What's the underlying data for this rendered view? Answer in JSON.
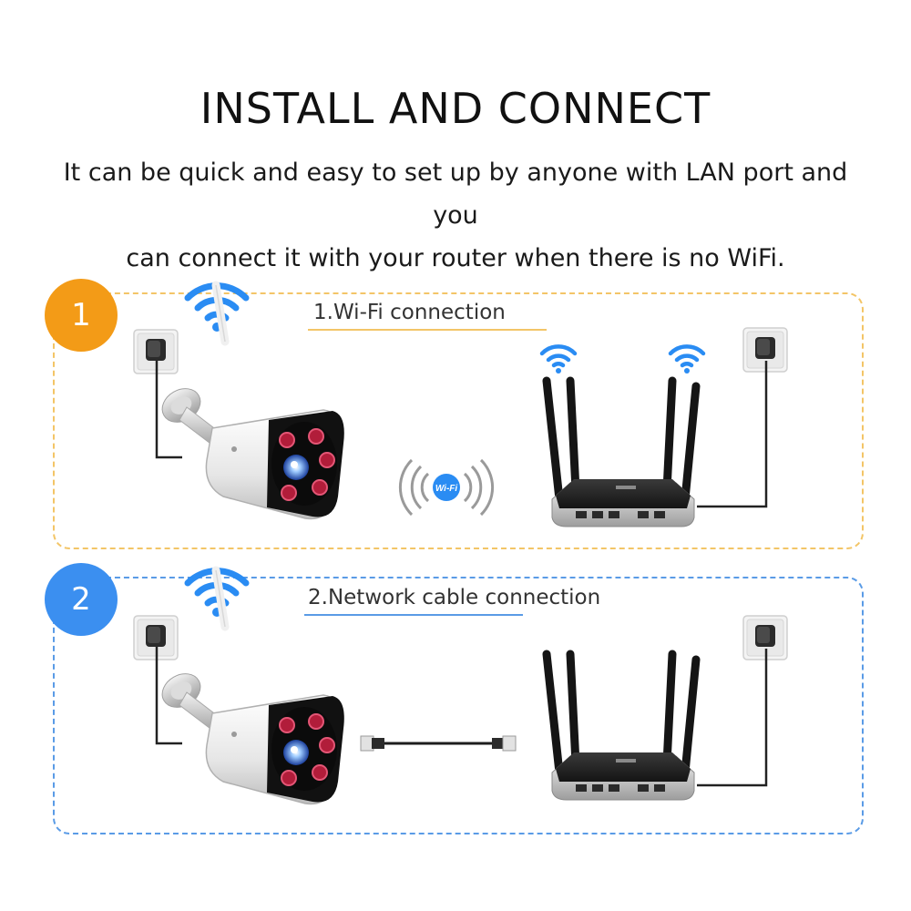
{
  "header": {
    "title": "INSTALL AND CONNECT",
    "subtitle_line1": "It can be quick and easy to set up by anyone with LAN port and you",
    "subtitle_line2": "can connect it with your router when there is no WiFi."
  },
  "steps": [
    {
      "number": "1",
      "label": "1.Wi-Fi connection",
      "accent": "#f39b17",
      "border": "#f3c567"
    },
    {
      "number": "2",
      "label": "2.Network cable connection",
      "accent": "#3b8ff0",
      "border": "#5a9be6"
    }
  ],
  "wifi_badge_text": "Wi-Fi",
  "icons": [
    "wifi-icon",
    "power-socket-icon",
    "camera-icon",
    "router-icon",
    "ethernet-cable-icon"
  ]
}
